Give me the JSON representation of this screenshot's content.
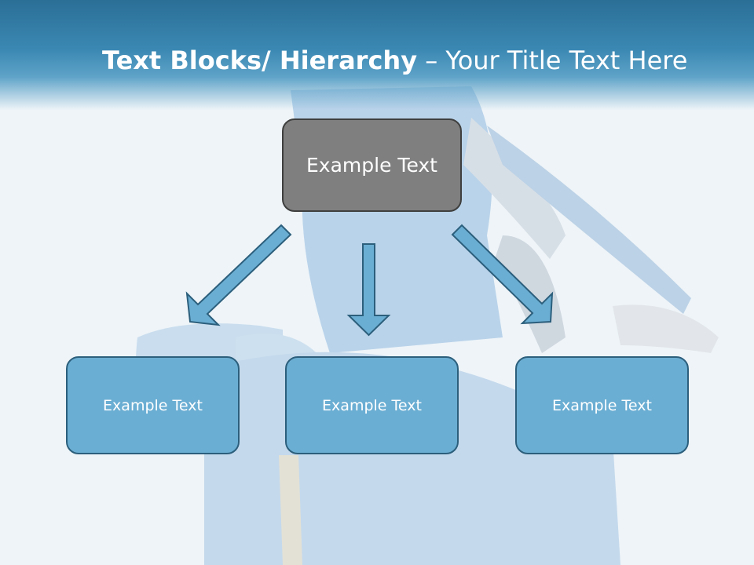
{
  "title": {
    "bold_part": "Text Blocks/ Hierarchy",
    "separator": " – ",
    "regular_part": "Your Title Text Here"
  },
  "diagram": {
    "root": "Example Text",
    "children": [
      "Example Text",
      "Example Text",
      "Example Text"
    ]
  },
  "colors": {
    "title_bar": "#3a88b3",
    "root_fill": "#7f7f7f",
    "child_fill": "#6baed3",
    "arrow_fill": "#6baed3",
    "arrow_stroke": "#2c5f7c"
  }
}
